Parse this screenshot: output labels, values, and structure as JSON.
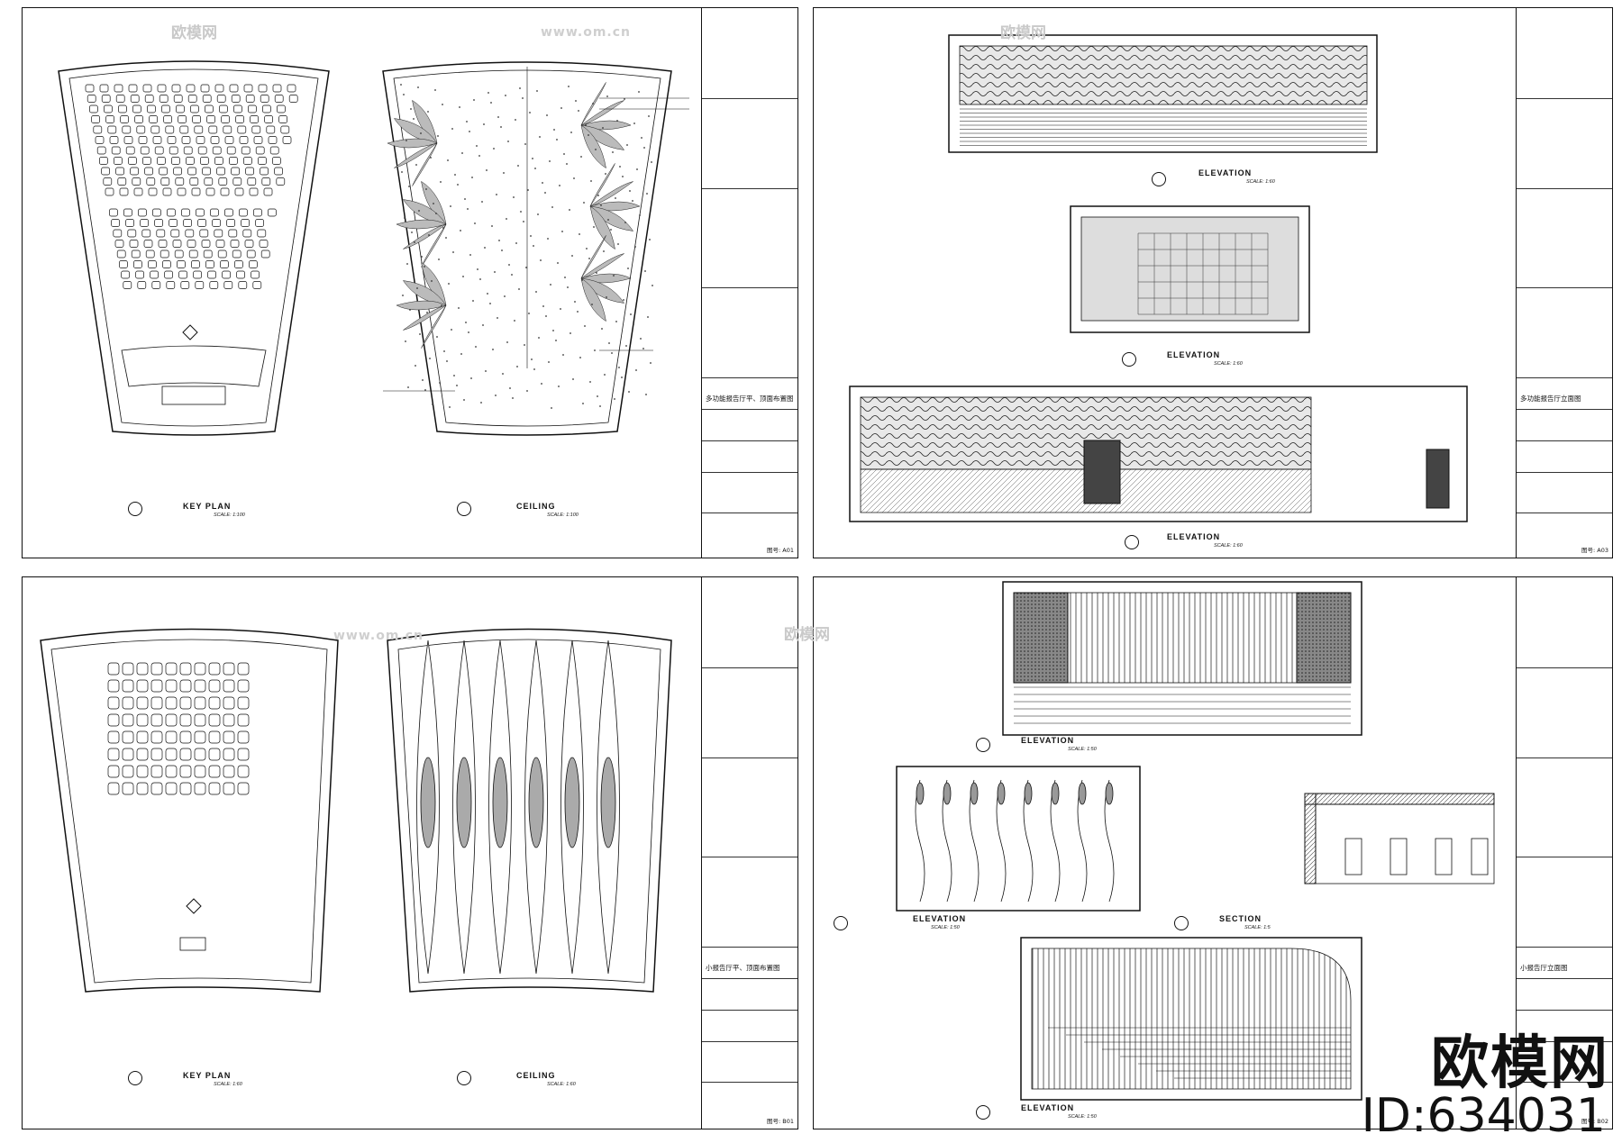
{
  "sheets": [
    {
      "labels": [
        {
          "text": "KEY PLAN",
          "scale": "SCALE: 1:100"
        },
        {
          "text": "CEILING",
          "scale": "SCALE: 1:100"
        }
      ],
      "project": "多功能报告厅平、顶面布置图",
      "dwg_no": "图号: A01"
    },
    {
      "labels": [
        {
          "text": "ELEVATION",
          "scale": "SCALE: 1:60"
        },
        {
          "text": "ELEVATION",
          "scale": "SCALE: 1:60"
        },
        {
          "text": "ELEVATION",
          "scale": "SCALE: 1:60"
        }
      ],
      "project": "多功能报告厅立面图",
      "dwg_no": "图号: A03"
    },
    {
      "labels": [
        {
          "text": "KEY PLAN",
          "scale": "SCALE: 1:60"
        },
        {
          "text": "CEILING",
          "scale": "SCALE: 1:60"
        }
      ],
      "project": "小报告厅平、顶面布置图",
      "dwg_no": "图号: B01"
    },
    {
      "labels": [
        {
          "text": "ELEVATION",
          "scale": "SCALE: 1:50"
        },
        {
          "text": "ELEVATION",
          "scale": "SCALE: 1:50"
        },
        {
          "text": "SECTION",
          "scale": "SCALE: 1:5"
        },
        {
          "text": "ELEVATION",
          "scale": "SCALE: 1:50"
        }
      ],
      "project": "小报告厅立面图",
      "dwg_no": "图号: B02"
    }
  ],
  "watermark": {
    "brand": "欧模网",
    "id": "ID:634031",
    "url": "www.om.cn"
  }
}
